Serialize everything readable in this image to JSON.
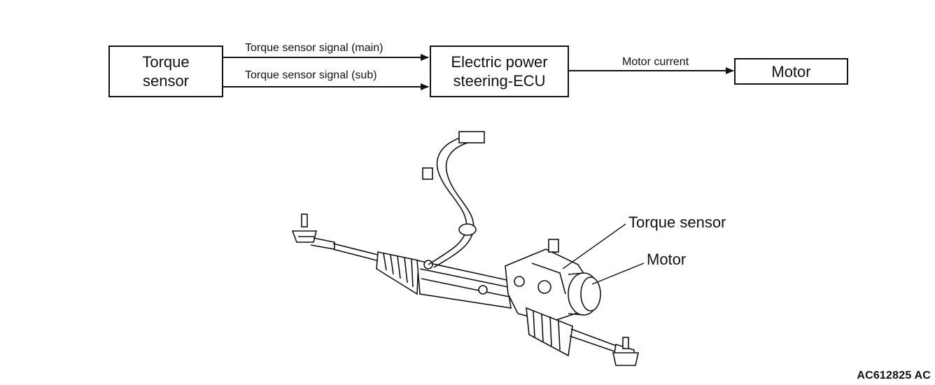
{
  "diagram": {
    "torque_sensor_box": [
      "Torque",
      "sensor"
    ],
    "ecu_box": [
      "Electric power",
      "steering-ECU"
    ],
    "motor_box": "Motor",
    "signal_main": "Torque sensor signal (main)",
    "signal_sub": "Torque sensor signal (sub)",
    "motor_current": "Motor current"
  },
  "illustration": {
    "callout_torque_sensor": "Torque sensor",
    "callout_motor": "Motor"
  },
  "figure_code": "AC612825 AC"
}
